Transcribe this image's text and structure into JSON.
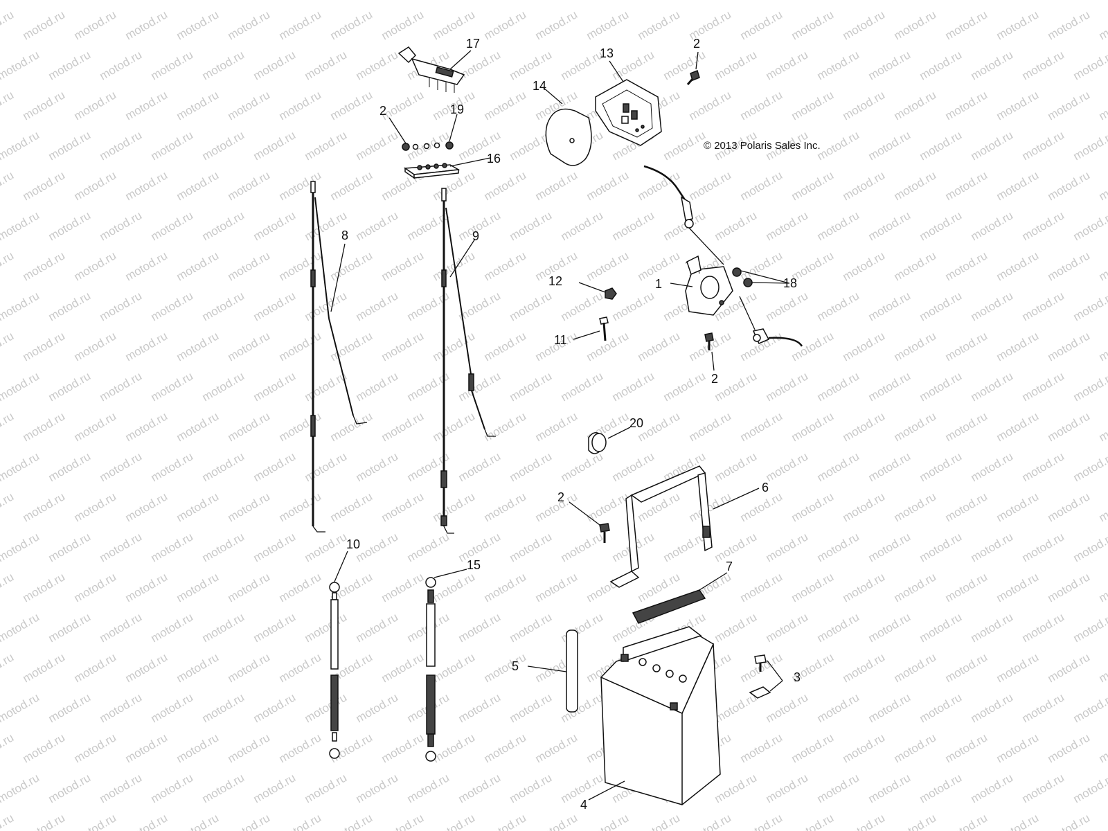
{
  "watermark": "motod.ru",
  "copyright": "© 2013 Polaris Sales Inc.",
  "callouts": {
    "c1": "1",
    "c2a": "2",
    "c2b": "2",
    "c2c": "2",
    "c2d": "2",
    "c3": "3",
    "c4": "4",
    "c5": "5",
    "c6": "6",
    "c7": "7",
    "c8": "8",
    "c9": "9",
    "c10": "10",
    "c11": "11",
    "c12": "12",
    "c13": "13",
    "c14": "14",
    "c15": "15",
    "c16": "16",
    "c17": "17",
    "c18": "18",
    "c19": "19",
    "c20": "20"
  }
}
